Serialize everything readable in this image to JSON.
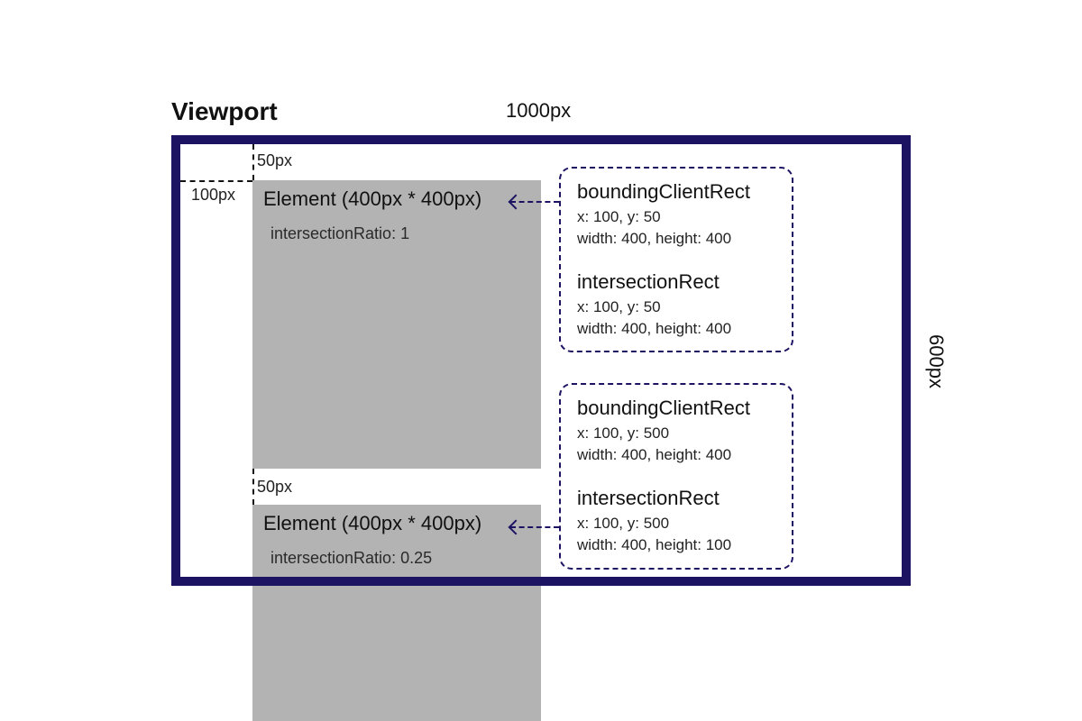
{
  "viewport": {
    "heading": "Viewport",
    "width_label": "1000px",
    "height_label": "600px",
    "frame_color": "#1c1463"
  },
  "offsets": {
    "top_label": "50px",
    "left_label": "100px",
    "gap_label": "50px"
  },
  "elements": [
    {
      "title": "Element (400px * 400px)",
      "ratio_text": "intersectionRatio: 1"
    },
    {
      "title": "Element (400px * 400px)",
      "ratio_text": "intersectionRatio: 0.25"
    }
  ],
  "cards": [
    {
      "bounding_title": "boundingClientRect",
      "bounding_pos": "x: 100, y: 50",
      "bounding_size": "width: 400, height: 400",
      "intersection_title": "intersectionRect",
      "intersection_pos": "x: 100, y: 50",
      "intersection_size": "width: 400, height: 400"
    },
    {
      "bounding_title": "boundingClientRect",
      "bounding_pos": "x: 100, y: 500",
      "bounding_size": "width: 400, height: 400",
      "intersection_title": "intersectionRect",
      "intersection_pos": "x: 100, y: 500",
      "intersection_size": "width: 400, height: 100"
    }
  ],
  "colors": {
    "element_fill": "#b3b3b3",
    "accent": "#1c1463"
  }
}
